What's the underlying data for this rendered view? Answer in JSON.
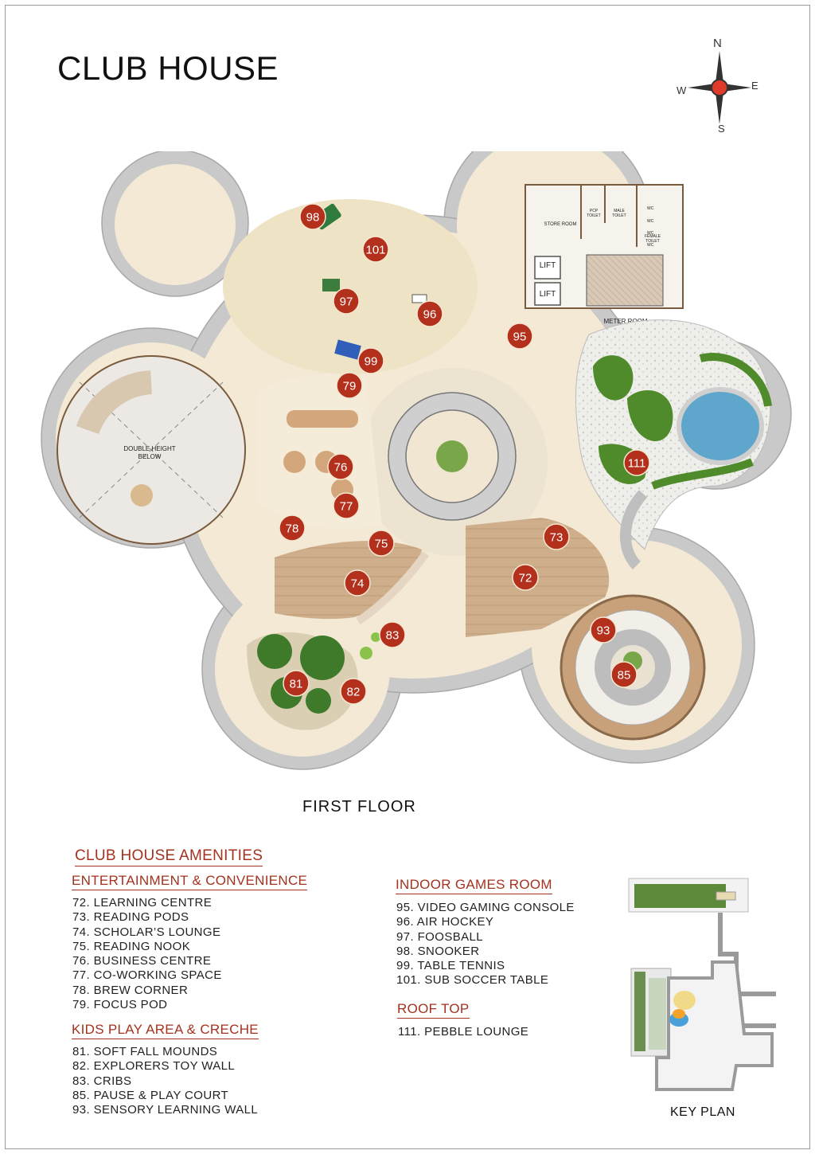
{
  "title": "CLUB HOUSE",
  "compass": {
    "n": "N",
    "s": "S",
    "e": "E",
    "w": "W"
  },
  "plan": {
    "floor_label": "FIRST FLOOR",
    "double_height_line1": "DOUBLE HEIGHT",
    "double_height_line2": "BELOW",
    "rooms": {
      "lift1": "LIFT",
      "lift2": "LIFT",
      "store": "STORE ROOM",
      "pcp_toilet_1": "PCP",
      "pcp_toilet_2": "TOILET",
      "male_toilet_1": "MALE",
      "male_toilet_2": "TOILET",
      "female_toilet_1": "FEMALE",
      "female_toilet_2": "TOILET",
      "meter": "METER ROOM",
      "wc1": "WC",
      "wc2": "WC",
      "wc3": "WC",
      "wc4": "WC"
    },
    "markers": [
      "98",
      "101",
      "97",
      "96",
      "95",
      "99",
      "79",
      "76",
      "77",
      "78",
      "75",
      "74",
      "73",
      "72",
      "83",
      "93",
      "85",
      "81",
      "82",
      "111"
    ]
  },
  "amenities": {
    "heading": "CLUB HOUSE AMENITIES",
    "entertainment": {
      "heading": "ENTERTAINMENT & CONVENIENCE",
      "items": [
        "72. LEARNING CENTRE",
        "73. READING PODS",
        "74. SCHOLAR’S LOUNGE",
        "75. READING NOOK",
        "76. BUSINESS CENTRE",
        "77. CO-WORKING SPACE",
        "78. BREW CORNER",
        "79. FOCUS POD"
      ]
    },
    "kids": {
      "heading": "KIDS PLAY AREA & CRECHE",
      "items": [
        "81. SOFT FALL MOUNDS",
        "82. EXPLORERS TOY WALL",
        "83. CRIBS",
        "85. PAUSE & PLAY COURT",
        "93. SENSORY LEARNING WALL"
      ]
    },
    "games": {
      "heading": "INDOOR GAMES ROOM",
      "items": [
        "95. VIDEO GAMING CONSOLE",
        "96. AIR HOCKEY",
        "97. FOOSBALL",
        "98. SNOOKER",
        "99. TABLE TENNIS",
        "101. SUB SOCCER TABLE"
      ]
    },
    "rooftop": {
      "heading": "ROOF TOP",
      "items": [
        "111. PEBBLE LOUNGE"
      ]
    }
  },
  "key_plan": {
    "label": "KEY PLAN"
  },
  "colors": {
    "accent": "#a3321f",
    "marker": "#b3301c",
    "wall": "#c7c7c7",
    "floor": "#f1e6cf",
    "wood": "#c9a27a",
    "grass": "#4f8a2b",
    "water": "#6fb3d6"
  }
}
